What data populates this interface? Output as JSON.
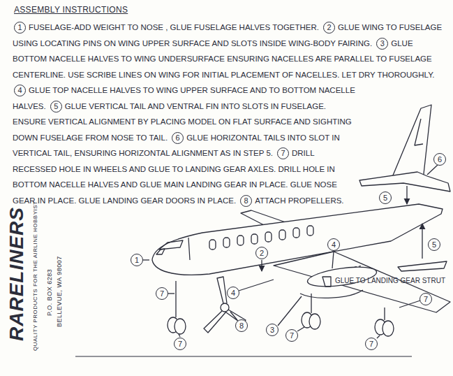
{
  "diagram": {
    "title": "ASSEMBLY INSTRUCTIONS",
    "labels": [
      "1",
      "FUSELAGE-ADD WEIGHT TO NOSE , GLUE FUSELAGE HALVES TOGETHER.",
      "2",
      "GLUE WING TO FUSELAGE USING LOCATING PINS ON WING UPPER SURFACE AND SLOTS INSIDE WING-BODY FAIRING.",
      "3",
      "GLUE BOTTOM NACELLE HALVES TO WING UNDERSURFACE ENSURING NACELLES ARE PARALLEL TO FUSELAGE CENTERLINE. USE SCRIBE LINES ON WING FOR INITIAL PLACEMENT OF NACELLES. LET DRY THOROUGHLY.",
      "4",
      "GLUE TOP NACELLE HALVES TO WING UPPER SURFACE AND TO BOTTOM NACELLE HALVES.",
      "5",
      "GLUE VERTICAL TAIL AND VENTRAL FIN INTO SLOTS IN FUSELAGE. ENSURE VERTICAL ALIGNMENT BY PLACING MODEL ON FLAT SURFACE AND SIGHTING DOWN FUSELAGE FROM NOSE TO TAIL.",
      "6",
      "GLUE HORIZONTAL TAILS INTO SLOT IN VERTICAL TAIL, ENSURING HORIZONTAL ALIGNMENT AS IN STEP 5.",
      "7",
      "DRILL RECESSED HOLE IN WHEELS AND GLUE TO LANDING GEAR AXLES. DRILL HOLE IN BOTTOM NACELLE HALVES AND GLUE MAIN LANDING GEAR IN PLACE. GLUE NOSE GEAR IN PLACE. GLUE LANDING GEAR DOORS IN PLACE.",
      "8",
      "ATTACH PROPELLERS.",
      "1",
      "2",
      "4",
      "4",
      "5",
      "5",
      "6",
      "7",
      "7",
      "7",
      "7",
      "7",
      "8",
      "3",
      "GLUE TO LANDING GEAR STRUT",
      "RARELINERS",
      "QUALITY PRODUCTS FOR THE AIRLINE HOBBYIST",
      "P.O. BOX 6283",
      "BELLEVUE, WA 98007"
    ]
  }
}
